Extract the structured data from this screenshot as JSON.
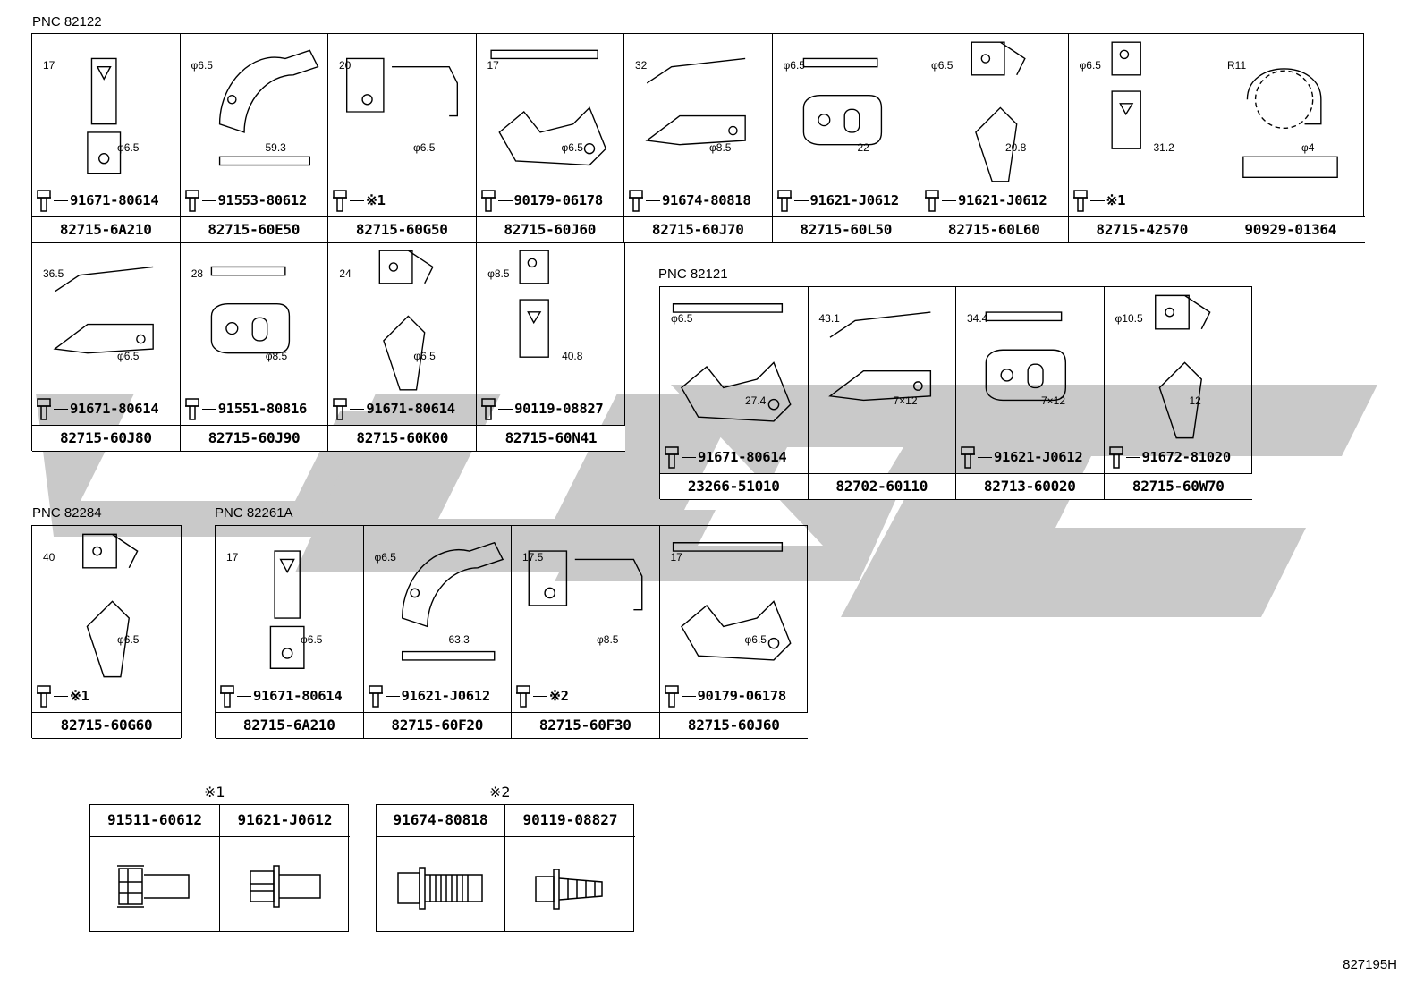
{
  "diagram_code": "827195H",
  "sections": [
    {
      "pnc": "PNC 82122",
      "rows": [
        [
          {
            "bolt": "91671-80614",
            "part": "82715-6A210",
            "dims": [
              "17",
              "φ6.5"
            ]
          },
          {
            "bolt": "91553-80612",
            "part": "82715-60E50",
            "dims": [
              "φ6.5",
              "59.3"
            ]
          },
          {
            "bolt": "※1",
            "part": "82715-60G50",
            "dims": [
              "20",
              "φ6.5"
            ]
          },
          {
            "bolt": "90179-06178",
            "part": "82715-60J60",
            "dims": [
              "17",
              "φ6.5"
            ]
          },
          {
            "bolt": "91674-80818",
            "part": "82715-60J70",
            "dims": [
              "32",
              "φ8.5"
            ]
          },
          {
            "bolt": "91621-J0612",
            "part": "82715-60L50",
            "dims": [
              "φ6.5",
              "22"
            ]
          },
          {
            "bolt": "91621-J0612",
            "part": "82715-60L60",
            "dims": [
              "φ6.5",
              "20.8"
            ]
          },
          {
            "bolt": "※1",
            "part": "82715-42570",
            "dims": [
              "φ6.5",
              "31.2"
            ]
          },
          {
            "bolt": "",
            "part": "90929-01364",
            "dims": [
              "R11",
              "φ4"
            ]
          }
        ],
        [
          {
            "bolt": "91671-80614",
            "part": "82715-60J80",
            "dims": [
              "36.5",
              "φ6.5"
            ]
          },
          {
            "bolt": "91551-80816",
            "part": "82715-60J90",
            "dims": [
              "28",
              "φ8.5"
            ]
          },
          {
            "bolt": "91671-80614",
            "part": "82715-60K00",
            "dims": [
              "24",
              "φ6.5"
            ]
          },
          {
            "bolt": "90119-08827",
            "part": "82715-60N41",
            "dims": [
              "φ8.5",
              "40.8"
            ]
          }
        ]
      ]
    },
    {
      "pnc": "PNC 82121",
      "rows": [
        [
          {
            "bolt": "91671-80614",
            "part": "23266-51010",
            "dims": [
              "φ6.5",
              "27.4"
            ]
          },
          {
            "bolt": "",
            "part": "82702-60110",
            "dims": [
              "43.1",
              "7×12"
            ]
          },
          {
            "bolt": "91621-J0612",
            "part": "82713-60020",
            "dims": [
              "34.4",
              "7×12"
            ]
          },
          {
            "bolt": "91672-81020",
            "part": "82715-60W70",
            "dims": [
              "φ10.5",
              "12"
            ]
          }
        ]
      ]
    },
    {
      "pnc": "PNC 82284",
      "rows": [
        [
          {
            "bolt": "※1",
            "part": "82715-60G60",
            "dims": [
              "40",
              "φ6.5"
            ]
          }
        ]
      ]
    },
    {
      "pnc": "PNC 82261A",
      "rows": [
        [
          {
            "bolt": "91671-80614",
            "part": "82715-6A210",
            "dims": [
              "17",
              "φ6.5"
            ]
          },
          {
            "bolt": "91621-J0612",
            "part": "82715-60F20",
            "dims": [
              "φ6.5",
              "63.3"
            ]
          },
          {
            "bolt": "※2",
            "part": "82715-60F30",
            "dims": [
              "17.5",
              "φ8.5"
            ]
          },
          {
            "bolt": "90179-06178",
            "part": "82715-60J60",
            "dims": [
              "17",
              "φ6.5"
            ]
          }
        ]
      ]
    }
  ],
  "legends": [
    {
      "mark": "※1",
      "items": [
        "91511-60612",
        "91621-J0612"
      ]
    },
    {
      "mark": "※2",
      "items": [
        "91674-80818",
        "90119-08827"
      ]
    }
  ]
}
